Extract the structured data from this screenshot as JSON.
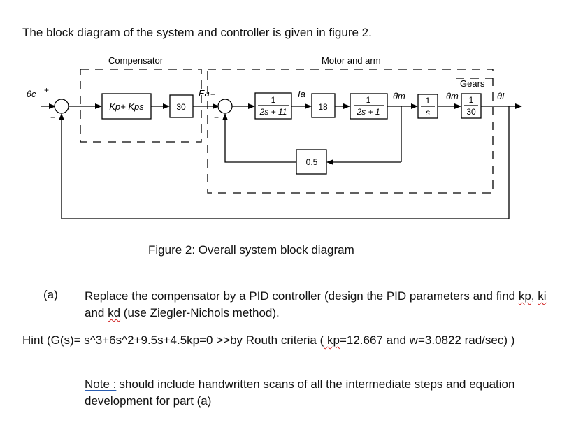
{
  "intro": "The block diagram of the system and controller is given in figure 2.",
  "diagram": {
    "compensator_label": "Compensator",
    "motor_label": "Motor and arm",
    "gears_label": "Gears",
    "blocks": {
      "pd": "Kp+ Kps",
      "gain30": "30",
      "tf1_num": "1",
      "tf1_den": "2s + 11",
      "gain18": "18",
      "tf2_num": "1",
      "tf2_den": "2s + 1",
      "integ_num": "1",
      "integ_den": "s",
      "gear_num": "1",
      "gear_den": "30",
      "feedback_gain": "0.5"
    },
    "signals": {
      "theta_c": "θc",
      "plus1": "+",
      "minus1": "−",
      "ea": "Ea",
      "plus2": "+",
      "minus2": "−",
      "ia": "Ia",
      "theta_m_dot": "θ̇m",
      "theta_m": "θm",
      "theta_l": "θL"
    }
  },
  "caption": "Figure 2: Overall system block diagram",
  "question": {
    "label": "(a)",
    "text_1": "Replace the compensator by a PID controller (design the PID parameters and find ",
    "kp": "kp",
    "sep1": ", ",
    "ki": "ki",
    "text_2": " and ",
    "kd": "kd",
    "text_3": " (use Ziegler-Nichols method)."
  },
  "hint": {
    "text_1": "Hint (G(s)= s^3+6s^2+9.5s+4.5kp=0 >>by Routh criteria (",
    "kp": " kp",
    "text_2": "=12.667 and w=3.0822 rad/sec) )"
  },
  "note": {
    "word": "Note :",
    "text": "should include handwritten scans of all the intermediate steps and equation development for part (a)"
  }
}
